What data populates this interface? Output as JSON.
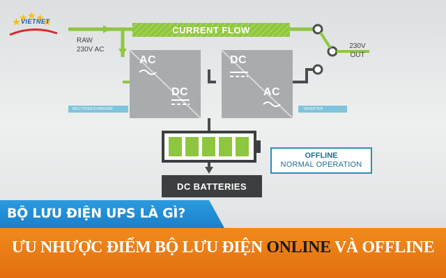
{
  "logo": {
    "text": "VIETNET",
    "icon": "stars-swoosh-logo"
  },
  "diagram": {
    "input_label_line1": "RAW",
    "input_label_line2": "230V AC",
    "flow_banner": "CURRENT FLOW",
    "output_label_line1": "230V",
    "output_label_line2": "OUT",
    "rectifier_box": {
      "top": "AC",
      "bottom": "DC",
      "tag": "RECTIFIER/CHARGER"
    },
    "inverter_box": {
      "top": "DC",
      "bottom": "AC",
      "tag": "INVERTER"
    },
    "battery_label": "DC BATTERIES",
    "mode_line1": "OFFLINE",
    "mode_line2": "NORMAL OPERATION"
  },
  "headline": {
    "question": "BỘ LƯU ĐIỆN UPS LÀ GÌ?",
    "title_part1": "ƯU NHƯỢC ĐIỂM BỘ LƯU ĐIỆN ",
    "title_highlight": "ONLINE",
    "title_part2": " VÀ OFFLINE"
  },
  "colors": {
    "flow_green": "#8fc63f",
    "box_gray": "#a9acad",
    "accent_blue": "#2a8fb4",
    "banner_blue": "#1a8ad4",
    "banner_orange": "#ec7a17"
  }
}
